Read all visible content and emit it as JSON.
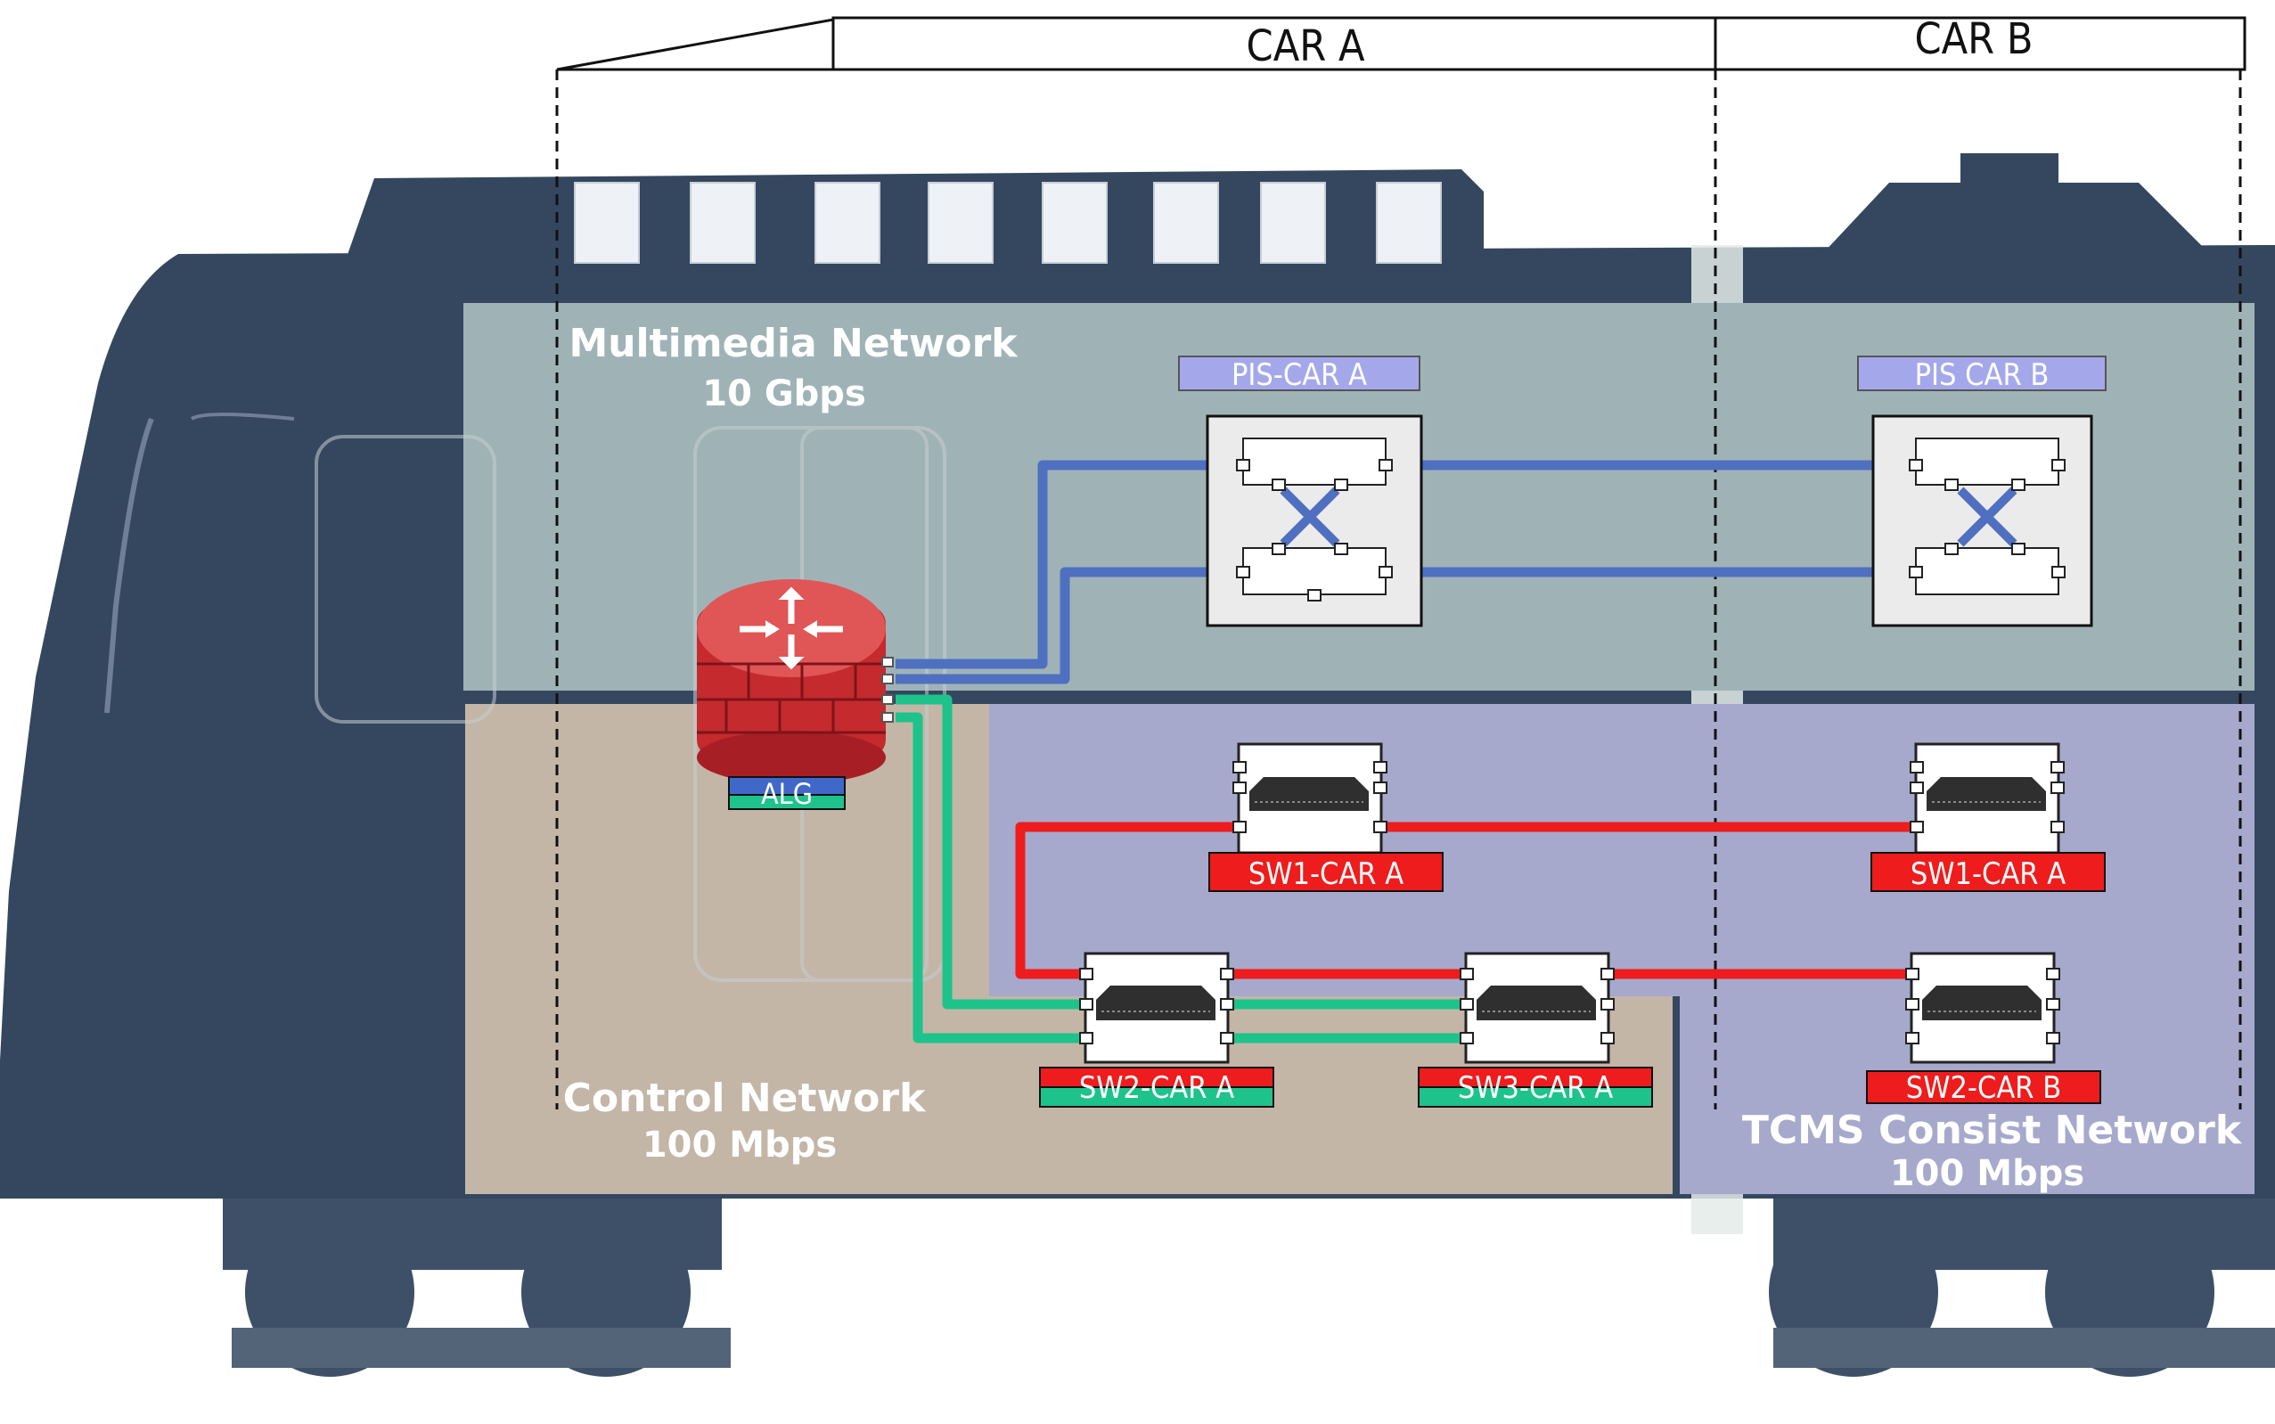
{
  "header": {
    "car_a": "CAR A",
    "car_b": "CAR B"
  },
  "networks": {
    "multimedia": {
      "title": "Multimedia Network",
      "speed": "10 Gbps"
    },
    "control": {
      "title": "Control Network",
      "speed": "100 Mbps"
    },
    "tcms": {
      "title": "TCMS Consist Network",
      "speed": "100 Mbps"
    }
  },
  "devices": {
    "alg": "ALG",
    "pis_car_a": "PIS-CAR A",
    "pis_car_b": "PIS CAR B",
    "sw1_car_a": "SW1-CAR A",
    "sw1_car_b": "SW1-CAR A",
    "sw2_car_a": "SW2-CAR A",
    "sw3_car_a": "SW3-CAR A",
    "sw2_car_b": "SW2-CAR B"
  },
  "colors": {
    "train_body": "#34475f",
    "multimedia_zone": "#9fb3b7",
    "control_zone": "#c3b6a7",
    "tcms_zone": "#a6a9cb",
    "multimedia_link": "#4f6fc0",
    "tcms_link": "#ee1c1c",
    "control_link": "#1dc38a",
    "pis_label": "#a4a8ea",
    "switch_label": "#ee1c1c"
  }
}
